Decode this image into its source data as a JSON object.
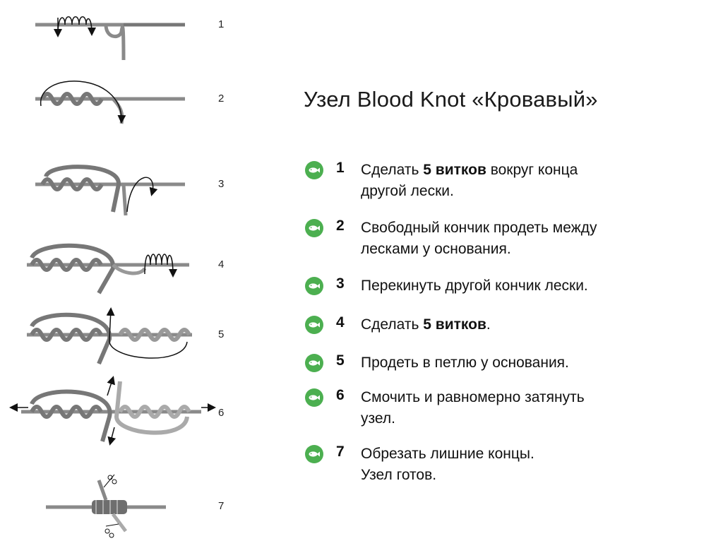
{
  "title": "Узел Blood Knot «Кровавый»",
  "stage_numbers": [
    "1",
    "2",
    "3",
    "4",
    "5",
    "6",
    "7"
  ],
  "steps": [
    {
      "number": "1",
      "parts": [
        {
          "t": "Сделать "
        },
        {
          "t": "5 витков",
          "b": true
        },
        {
          "t": " вокруг конца"
        }
      ],
      "line2": "другой лески."
    },
    {
      "number": "2",
      "parts": [
        {
          "t": "Свободный кончик продеть между"
        }
      ],
      "line2": "лесками у основания."
    },
    {
      "number": "3",
      "parts": [
        {
          "t": "Перекинуть другой кончик лески."
        }
      ],
      "line2": ""
    },
    {
      "number": "4",
      "parts": [
        {
          "t": "Сделать "
        },
        {
          "t": "5 витков",
          "b": true
        },
        {
          "t": "."
        }
      ],
      "line2": ""
    },
    {
      "number": "5",
      "parts": [
        {
          "t": "Продеть в петлю у основания."
        }
      ],
      "line2": ""
    },
    {
      "number": "6",
      "parts": [
        {
          "t": "Смочить и равномерно затянуть"
        }
      ],
      "line2": "узел."
    },
    {
      "number": "7",
      "parts": [
        {
          "t": "Обрезать лишние концы."
        }
      ],
      "line2": "Узел готов."
    }
  ],
  "colors": {
    "badge": "#4caf50",
    "line_dark": "#6e6e6e",
    "line_light": "#b5b5b5",
    "text": "#111111"
  },
  "icons": {
    "step_badge": "fish-icon",
    "stage_7": "scissors-icon"
  }
}
